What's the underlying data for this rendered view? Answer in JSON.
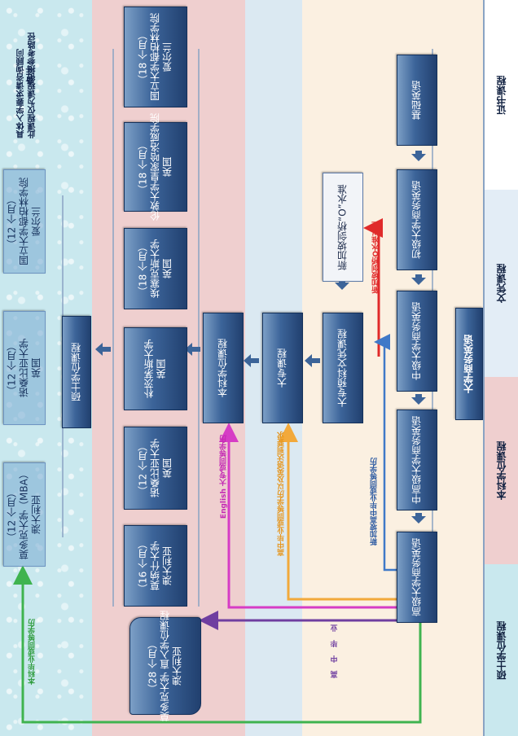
{
  "side_labels": {
    "cert": "证书课程",
    "diploma": "文凭课程",
    "bachelor": "本科学位课程",
    "master": "硕士学位课程"
  },
  "notes": {
    "title": "备注：",
    "line1": "此课程仅为课程衔接参考路径",
    "line2": "具体入学要求请咨询顾问"
  },
  "english_track": {
    "header": "大学商务英语",
    "levels": [
      "基础英语",
      "初级大学商务英语",
      "中级大学商务英语",
      "中高级大学商务英语",
      "高级大学商务英语"
    ]
  },
  "o_level": "新加坡剑桥“O”水准",
  "foundation": "大专预科文凭课程",
  "diploma": "大专课程",
  "bachelor": "本科学位课程",
  "master": "硕士学位课程",
  "arrow_labels": {
    "red": "新加坡剑桥O水准以上",
    "blue": "新加坡高中毕业或同等学历",
    "orange": "高中毕业或同等学历以及英语达到要求",
    "magenta": "English 大专或同等学历",
    "purple_chars": [
      "高",
      "中",
      "毕",
      "业"
    ],
    "green": "本科毕业或同等学历"
  },
  "universities": [
    {
      "country": "爱尔兰",
      "name": "国立大学都柏林学院",
      "duration": "（18 个月）"
    },
    {
      "country": "英国",
      "name": "伦敦大学皇家哈洛威学院",
      "duration": "（18 个月）"
    },
    {
      "country": "英国",
      "name": "埃塞克斯大学",
      "duration": "（18 个月）"
    },
    {
      "country": "英国",
      "name": "朴茨茅斯大学",
      "duration": ""
    },
    {
      "country": "英国",
      "name": "诺桑比亚大学",
      "duration": "（12 个月）"
    },
    {
      "country": "澳大利亚",
      "name": "莫纳什大学",
      "duration": "（16 个月）"
    },
    {
      "country": "澳大利亚",
      "name": "莫多克大学 直入学位课程",
      "duration": "（28 个月）"
    }
  ],
  "masters": [
    {
      "country": "爱尔兰",
      "name": "国立大学都柏林学院",
      "duration": "（12 个月）"
    },
    {
      "country": "英国",
      "name": "诺桑比亚大学",
      "duration": "（12 个月）"
    },
    {
      "country": "澳大利亚",
      "name": "莫多克大学（MBA）",
      "duration": "（12 个月）"
    }
  ],
  "colors": {
    "red": "#e02a2a",
    "blue": "#3f79c8",
    "orange": "#f2a93b",
    "magenta": "#d63cc5",
    "purple": "#6f3ea0",
    "green": "#3fb34f"
  }
}
